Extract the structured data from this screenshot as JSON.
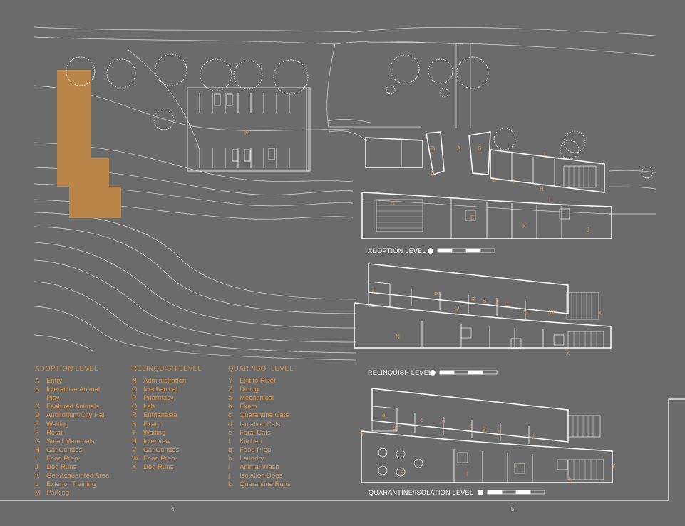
{
  "colors": {
    "background": "#6b6b6b",
    "linework": "#ffffff",
    "accent": "#d4924a",
    "site_building": "#b98548"
  },
  "site_plan": {
    "parking_label": "M"
  },
  "levels": [
    {
      "id": "adoption",
      "label": "ADOPTION LEVEL",
      "rooms": [
        "B",
        "A",
        "B",
        "C",
        "L",
        "D",
        "E",
        "G",
        "H",
        "I",
        "J",
        "K",
        "F"
      ]
    },
    {
      "id": "relinquish",
      "label": "RELINQUISH LEVEL",
      "rooms": [
        "O",
        "P",
        "Q",
        "R",
        "S",
        "T",
        "U",
        "V",
        "W",
        "X",
        "N",
        "X"
      ]
    },
    {
      "id": "quarantine",
      "label": "QUARANTINE/ISOLATION LEVEL",
      "rooms": [
        "a",
        "b",
        "c",
        "d",
        "e",
        "g",
        "h",
        "j",
        "Y",
        "Z",
        "f",
        "i",
        "k",
        "Y"
      ]
    }
  ],
  "legend": [
    {
      "title": "ADOPTION LEVEL",
      "items": [
        {
          "key": "A",
          "text": "Entry"
        },
        {
          "key": "B",
          "text": "Interactive Animal"
        },
        {
          "key": "",
          "text": "Play"
        },
        {
          "key": "C",
          "text": "Featured Animals"
        },
        {
          "key": "D",
          "text": "Auditorium/City Hall"
        },
        {
          "key": "E",
          "text": "Waiting"
        },
        {
          "key": "F",
          "text": "Retail"
        },
        {
          "key": "G",
          "text": "Small Mammals"
        },
        {
          "key": "H",
          "text": "Cat Condos"
        },
        {
          "key": "I",
          "text": "Food Prep"
        },
        {
          "key": "J",
          "text": "Dog Runs"
        },
        {
          "key": "K",
          "text": "Get-Acquainted Area"
        },
        {
          "key": "L",
          "text": "Exterior Training"
        },
        {
          "key": "M",
          "text": "Parking"
        }
      ]
    },
    {
      "title": "RELINQUISH LEVEL",
      "items": [
        {
          "key": "N",
          "text": "Administration"
        },
        {
          "key": "O",
          "text": "Mechanical"
        },
        {
          "key": "P",
          "text": "Pharmacy"
        },
        {
          "key": "Q",
          "text": "Lab"
        },
        {
          "key": "R",
          "text": "Euthanasia"
        },
        {
          "key": "S",
          "text": "Exam"
        },
        {
          "key": "T",
          "text": "Waiting"
        },
        {
          "key": "U",
          "text": "Interview"
        },
        {
          "key": "V",
          "text": "Cat Condos"
        },
        {
          "key": "W",
          "text": "Food Prep"
        },
        {
          "key": "X",
          "text": "Dog Runs"
        }
      ]
    },
    {
      "title": "QUAR./ISO. LEVEL",
      "items": [
        {
          "key": "Y",
          "text": "Exit to River"
        },
        {
          "key": "Z",
          "text": "Dining"
        },
        {
          "key": "a",
          "text": "Mechanical"
        },
        {
          "key": "b",
          "text": "Exam"
        },
        {
          "key": "c",
          "text": "Quarantine Cats"
        },
        {
          "key": "d",
          "text": "Isolation Cats"
        },
        {
          "key": "e",
          "text": "Feral Cats"
        },
        {
          "key": "f",
          "text": "Kitchen"
        },
        {
          "key": "g",
          "text": "Food Prep"
        },
        {
          "key": "h",
          "text": "Laundry"
        },
        {
          "key": "i",
          "text": "Animal Wash"
        },
        {
          "key": "j",
          "text": "Isolation Dogs"
        },
        {
          "key": "k",
          "text": "Quarantine Runs"
        }
      ]
    }
  ],
  "page_numbers": {
    "left": "4",
    "right": "5"
  }
}
